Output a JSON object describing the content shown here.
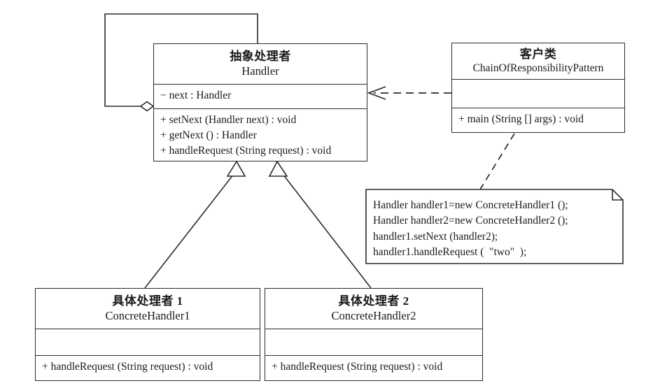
{
  "diagram": {
    "title": "Chain of Responsibility Pattern UML Class Diagram",
    "stroke_color": "#2b2b2b",
    "background_color": "#ffffff"
  },
  "classes": {
    "handler": {
      "cn_name": "抽象处理者",
      "en_name": "Handler",
      "attributes": [
        "− next : Handler"
      ],
      "operations": [
        "+ setNext (Handler next) : void",
        "+ getNext () : Handler",
        "+ handleRequest (String request) : void"
      ]
    },
    "client": {
      "cn_name": "客户类",
      "en_name": "ChainOfResponsibilityPattern",
      "attributes": [],
      "operations": [
        "+ main (String [] args) : void"
      ]
    },
    "concrete_handler_1": {
      "cn_name": "具体处理者 1",
      "en_name": "ConcreteHandler1",
      "attributes": [],
      "operations": [
        "+ handleRequest (String request) : void"
      ]
    },
    "concrete_handler_2": {
      "cn_name": "具体处理者 2",
      "en_name": "ConcreteHandler2",
      "attributes": [],
      "operations": [
        "+ handleRequest (String request) : void"
      ]
    }
  },
  "note": {
    "lines": [
      "Handler handler1=new ConcreteHandler1 ();",
      "Handler handler2=new ConcreteHandler2 ();",
      "handler1.setNext (handler2);",
      "handler1.handleRequest (  \"two\"  );"
    ]
  },
  "relations": [
    {
      "name": "handler-self-aggregation",
      "type": "aggregation",
      "from": "handler",
      "to": "handler",
      "marker": "open-diamond"
    },
    {
      "name": "client-handler-dependency",
      "type": "dependency",
      "from": "client",
      "to": "handler",
      "marker": "open-arrow",
      "line": "dashed"
    },
    {
      "name": "concrete-handler-1-generalization",
      "type": "generalization",
      "from": "concrete_handler_1",
      "to": "handler",
      "marker": "hollow-triangle"
    },
    {
      "name": "concrete-handler-2-generalization",
      "type": "generalization",
      "from": "concrete_handler_2",
      "to": "handler",
      "marker": "hollow-triangle"
    },
    {
      "name": "client-note-anchor",
      "type": "note-anchor",
      "from": "client",
      "to": "note",
      "line": "dashed"
    }
  ]
}
